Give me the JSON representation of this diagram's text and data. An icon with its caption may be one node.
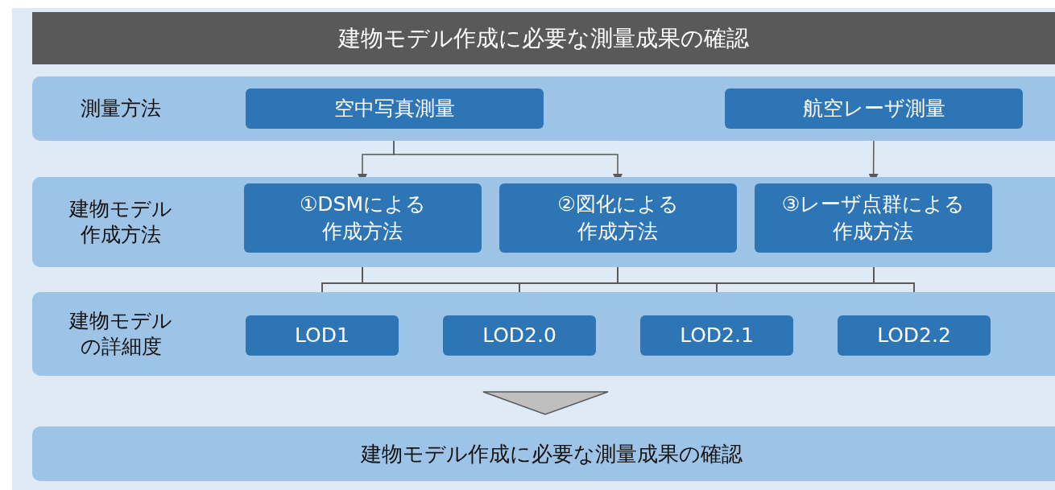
{
  "diagram": {
    "nodes": [
      {
        "text": [
          "建物モデル作成に必要な測量成果の確認"
        ]
      },
      {
        "text": [
          "測量方法"
        ]
      },
      {
        "text": [
          "空中写真測量"
        ],
        "in": 1
      },
      {
        "text": [
          "航空レーザ測量"
        ],
        "in": 1
      },
      {
        "text": [
          "建物モデル作成方法"
        ]
      },
      {
        "text": [
          "①DSMによる作成方法"
        ],
        "in": 4
      },
      {
        "text": [
          "②図化による作成方法"
        ],
        "in": 4
      },
      {
        "text": [
          "③レーザ点群による作成方法"
        ],
        "in": 4
      },
      {
        "text": [
          "建物モデルの詳細度"
        ]
      },
      {
        "text": [
          "LOD1"
        ],
        "in": 8
      },
      {
        "text": [
          "LOD2.0"
        ],
        "in": 8
      },
      {
        "text": [
          "LOD2.1"
        ],
        "in": 8
      },
      {
        "text": [
          "LOD2.2"
        ],
        "in": 8
      },
      {
        "text": [
          "建物モデル作成に必要な測量成果の確認"
        ]
      }
    ],
    "edges": [
      {
        "from": 2,
        "to": 5,
        "arrow": "to"
      },
      {
        "from": 2,
        "to": 6,
        "arrow": "to"
      },
      {
        "from": 3,
        "to": 7,
        "arrow": "to"
      },
      {
        "from": 5,
        "to": 9,
        "arrow": "to"
      },
      {
        "from": 5,
        "to": 10,
        "arrow": "to"
      },
      {
        "from": 5,
        "to": 11,
        "arrow": "to"
      },
      {
        "from": 5,
        "to": 12,
        "arrow": "to"
      },
      {
        "from": 6,
        "to": 9,
        "arrow": "to"
      },
      {
        "from": 6,
        "to": 10,
        "arrow": "to"
      },
      {
        "from": 6,
        "to": 11,
        "arrow": "to"
      },
      {
        "from": 6,
        "to": 12,
        "arrow": "to"
      },
      {
        "from": 7,
        "to": 9,
        "arrow": "to"
      },
      {
        "from": 7,
        "to": 10,
        "arrow": "to"
      },
      {
        "from": 7,
        "to": 11,
        "arrow": "to"
      },
      {
        "from": 7,
        "to": 12,
        "arrow": "to"
      },
      {
        "from": 8,
        "to": 13,
        "arrow": "to"
      }
    ]
  }
}
